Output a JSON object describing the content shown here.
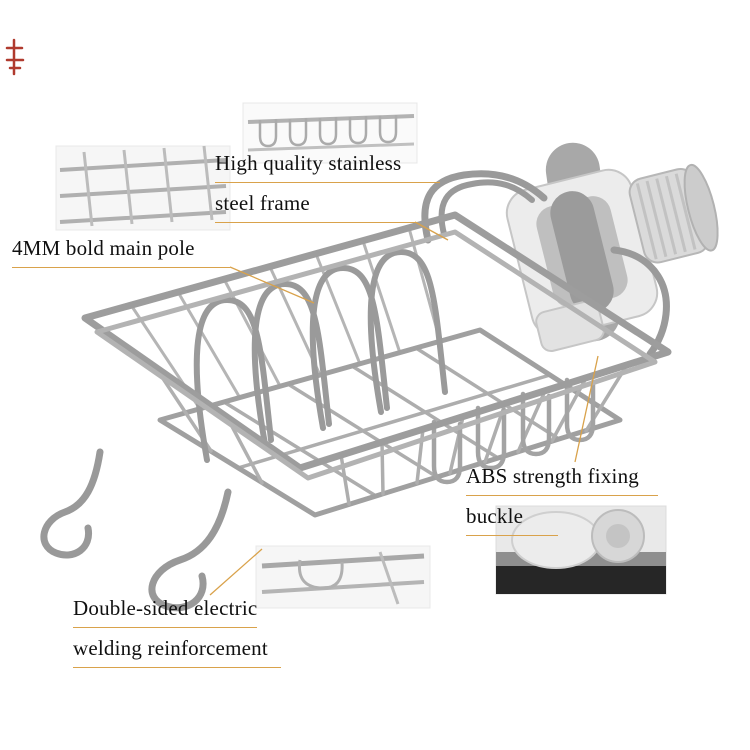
{
  "annotations": {
    "frame": {
      "line1": "High quality stainless",
      "line2": "steel frame"
    },
    "pole": {
      "line1": "4MM bold main pole"
    },
    "buckle": {
      "line1": "ABS strength fixing",
      "line2": "buckle"
    },
    "welding": {
      "line1": "Double-sided electric",
      "line2": "welding reinforcement"
    }
  },
  "colors": {
    "background": "#FFFFFF",
    "accent_leader_line": "#D9A24B",
    "text": "#101010",
    "steel_wire": "#A0A0A0",
    "abs_plastic": "#ECECEC",
    "seal_red": "#B03A2E"
  }
}
